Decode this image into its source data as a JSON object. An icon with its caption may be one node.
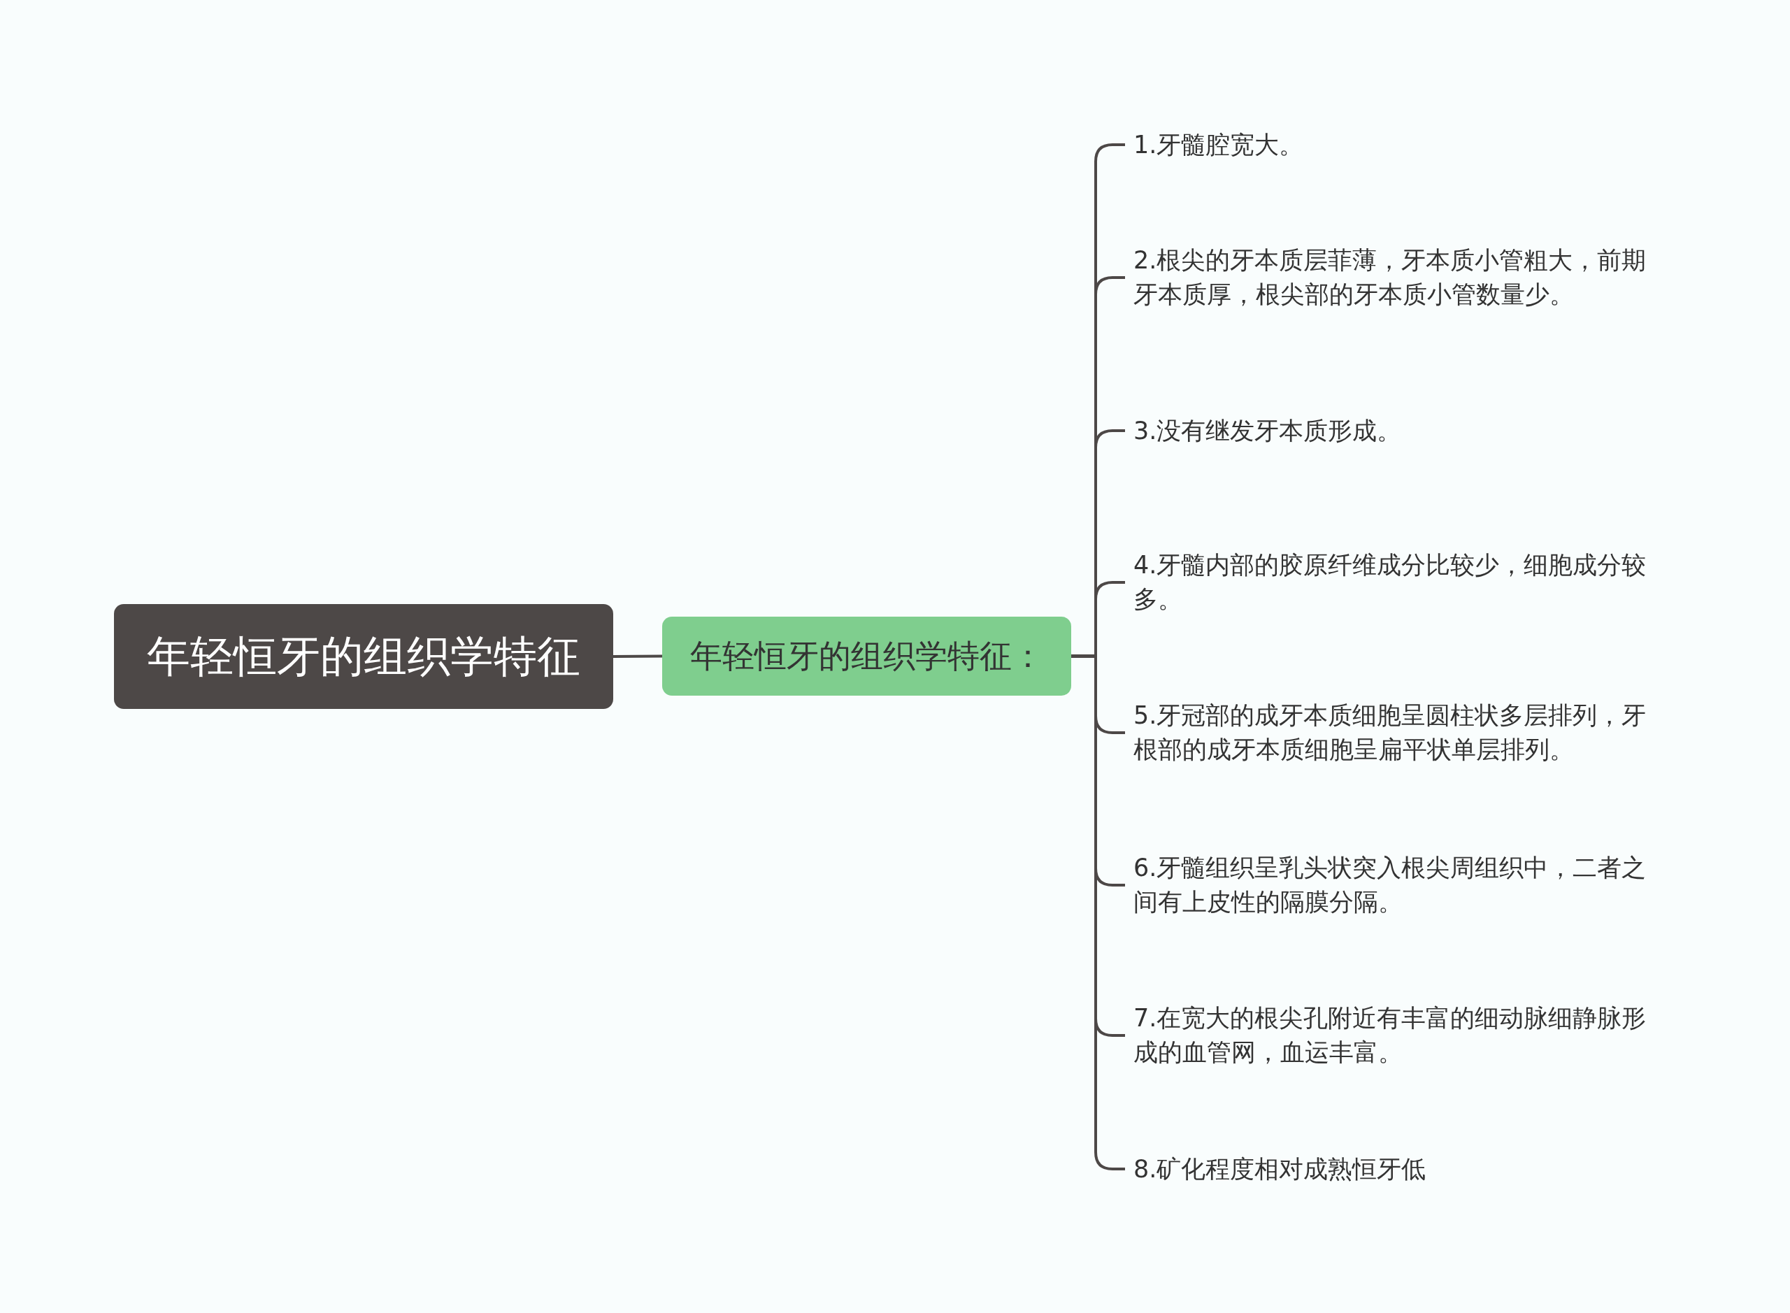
{
  "diagram": {
    "nodes": [
      {
        "text": [
          "年轻恒牙的组织学特征"
        ]
      },
      {
        "text": [
          "年轻恒牙的组织学特征："
        ]
      },
      {
        "text": [
          "1.牙髓腔宽大。"
        ]
      },
      {
        "text": [
          "2.根尖的牙本质层菲薄，牙本质小管粗大，前期牙本质厚，根尖部的牙本质小管数量少。"
        ]
      },
      {
        "text": [
          "3.没有继发牙本质形成。"
        ]
      },
      {
        "text": [
          "4.牙髓内部的胶原纤维成分比较少，细胞成分较多。"
        ]
      },
      {
        "text": [
          "5.牙冠部的成牙本质细胞呈圆柱状多层排列，牙根部的成牙本质细胞呈扁平状单层排列。"
        ]
      },
      {
        "text": [
          "6.牙髓组织呈乳头状突入根尖周组织中，二者之间有上皮性的隔膜分隔。"
        ]
      },
      {
        "text": [
          "7.在宽大的根尖孔附近有丰富的细动脉细静脉形成的血管网，血运丰富。"
        ]
      },
      {
        "text": [
          "8.矿化程度相对成熟恒牙低"
        ]
      }
    ],
    "edges": [
      {
        "from": 0,
        "to": 1,
        "arrow": "none"
      },
      {
        "from": 1,
        "to": 2,
        "arrow": "none"
      },
      {
        "from": 1,
        "to": 3,
        "arrow": "none"
      },
      {
        "from": 1,
        "to": 4,
        "arrow": "none"
      },
      {
        "from": 1,
        "to": 5,
        "arrow": "none"
      },
      {
        "from": 1,
        "to": 6,
        "arrow": "none"
      },
      {
        "from": 1,
        "to": 7,
        "arrow": "none"
      },
      {
        "from": 1,
        "to": 8,
        "arrow": "none"
      },
      {
        "from": 1,
        "to": 9,
        "arrow": "none"
      }
    ]
  }
}
